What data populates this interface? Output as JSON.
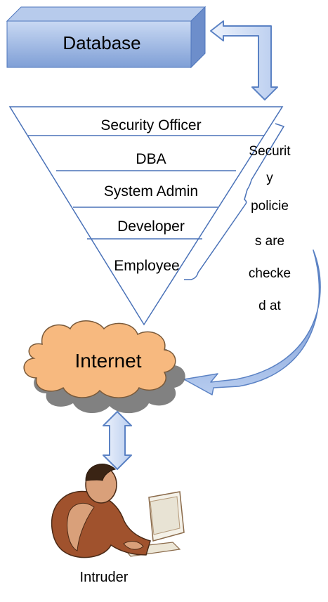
{
  "database": {
    "label": "Database"
  },
  "layers": [
    {
      "label": "Security Officer"
    },
    {
      "label": "DBA"
    },
    {
      "label": "System Admin"
    },
    {
      "label": "Developer"
    },
    {
      "label": "Employee"
    }
  ],
  "policy_note": {
    "lines": [
      "Securit",
      "y",
      "policie",
      "s are",
      "checke",
      "d at"
    ]
  },
  "internet": {
    "label": "Internet"
  },
  "intruder": {
    "label": "Intruder",
    "icon": "person-at-computer-icon"
  },
  "colors": {
    "database_fill": "#9db8e6",
    "arrow_fill": "#dbe6f8",
    "arrow_stroke": "#5b82c4",
    "line": "#4a72b8",
    "cloud_fill": "#f7b97f",
    "cloud_shadow": "#6b6b6b",
    "figure": "#a0522d"
  }
}
